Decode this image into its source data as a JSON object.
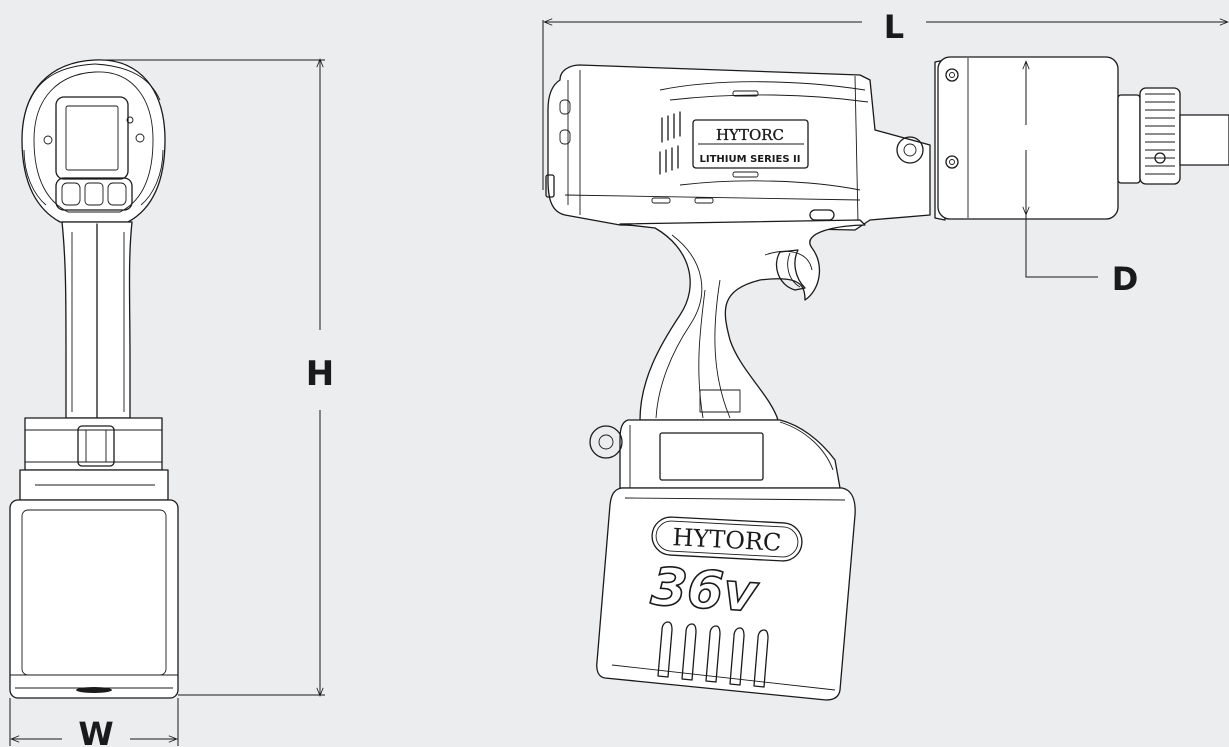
{
  "dimensions": {
    "length": "L",
    "height": "H",
    "width": "W",
    "diameter": "D"
  },
  "product": {
    "brand": "HYTORC",
    "series": "LITHIUM SERIES II",
    "battery_voltage": "36v"
  },
  "colors": {
    "background": "#ebedef",
    "line": "#1a1a1a",
    "body_fill": "#ffffff"
  }
}
